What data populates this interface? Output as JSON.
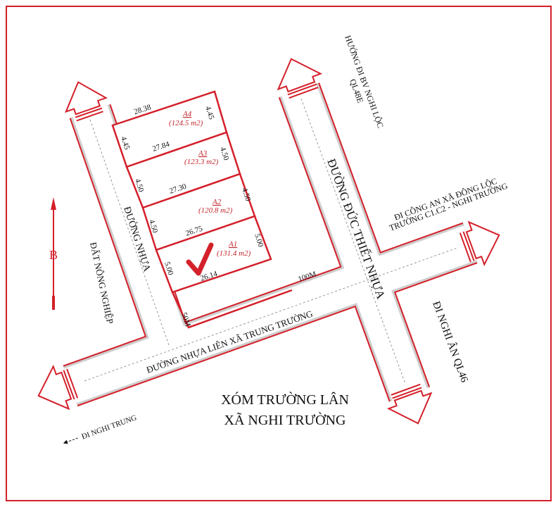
{
  "colors": {
    "road_border": "#d4202a",
    "lot_line": "#d4202a",
    "lot_label": "#c0272d",
    "check": "#d4202a",
    "text": "#111111"
  },
  "north": {
    "label": "B"
  },
  "lots": [
    {
      "id": "A1",
      "area": "(131.4 m2)",
      "front": "5.00",
      "back": "5.00",
      "bottom": "26.14",
      "selected": true
    },
    {
      "id": "A2",
      "area": "(120.8 m2)",
      "front": "4.50",
      "back": "4.50",
      "bottom": "26.75"
    },
    {
      "id": "A3",
      "area": "(123.3 m2)",
      "front": "4.50",
      "back": "4.50",
      "bottom": "27.30"
    },
    {
      "id": "A4",
      "area": "(124.5 m2)",
      "front": "4.45",
      "back": "4.45",
      "bottom": "27.84",
      "top": "28.38"
    }
  ],
  "distances": {
    "to_junction": "50M",
    "to_crossroad": "100M"
  },
  "roads": {
    "left": "ĐƯỜNG NHỰA",
    "right": "ĐƯỜNG ĐỨC THIẾT NHỰA",
    "bottom": "ĐƯỜNG  NHỰA LIÊN XÃ TRUNG TRƯỜNG"
  },
  "areas": {
    "farmland": "ĐẤT NÔNG NGHIỆP",
    "hamlet": "XÓM TRƯỜNG LÂN",
    "commune": "XÃ NGHI TRƯỜNG"
  },
  "directions": {
    "north_line1": "HƯỚNG ĐI BV NGHI LỘC",
    "north_line2": "QL48E",
    "east_line1": "ĐI CÔNG AN XÃ ĐÔNG LỘC",
    "east_line2": "TRƯỜNG C1.C2 - NGHI TRƯỜNG",
    "south": "ĐI NGHI ÂN QL46",
    "west": "ĐI NGHI TRUNG"
  }
}
